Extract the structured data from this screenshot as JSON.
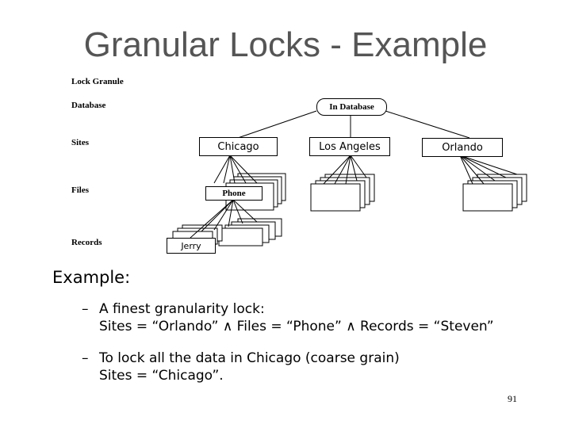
{
  "slide": {
    "title": "Granular Locks - Example",
    "page_number": "91"
  },
  "diagram": {
    "levels": {
      "header": "Lock Granule",
      "database": "Database",
      "sites": "Sites",
      "files": "Files",
      "records": "Records"
    },
    "root": "In Database",
    "sites": [
      "Chicago",
      "Los Angeles",
      "Orlando"
    ],
    "file": "Phone",
    "record": "Jerry"
  },
  "body": {
    "example_heading": "Example:",
    "bullets": [
      {
        "dash": "–",
        "line1": "A finest granularity lock:",
        "line2": "Sites = “Orlando” ∧ Files = “Phone” ∧ Records = “Steven”"
      },
      {
        "dash": "–",
        "line1": "To lock all the data in Chicago (coarse grain)",
        "line2": "Sites = “Chicago”."
      }
    ]
  }
}
